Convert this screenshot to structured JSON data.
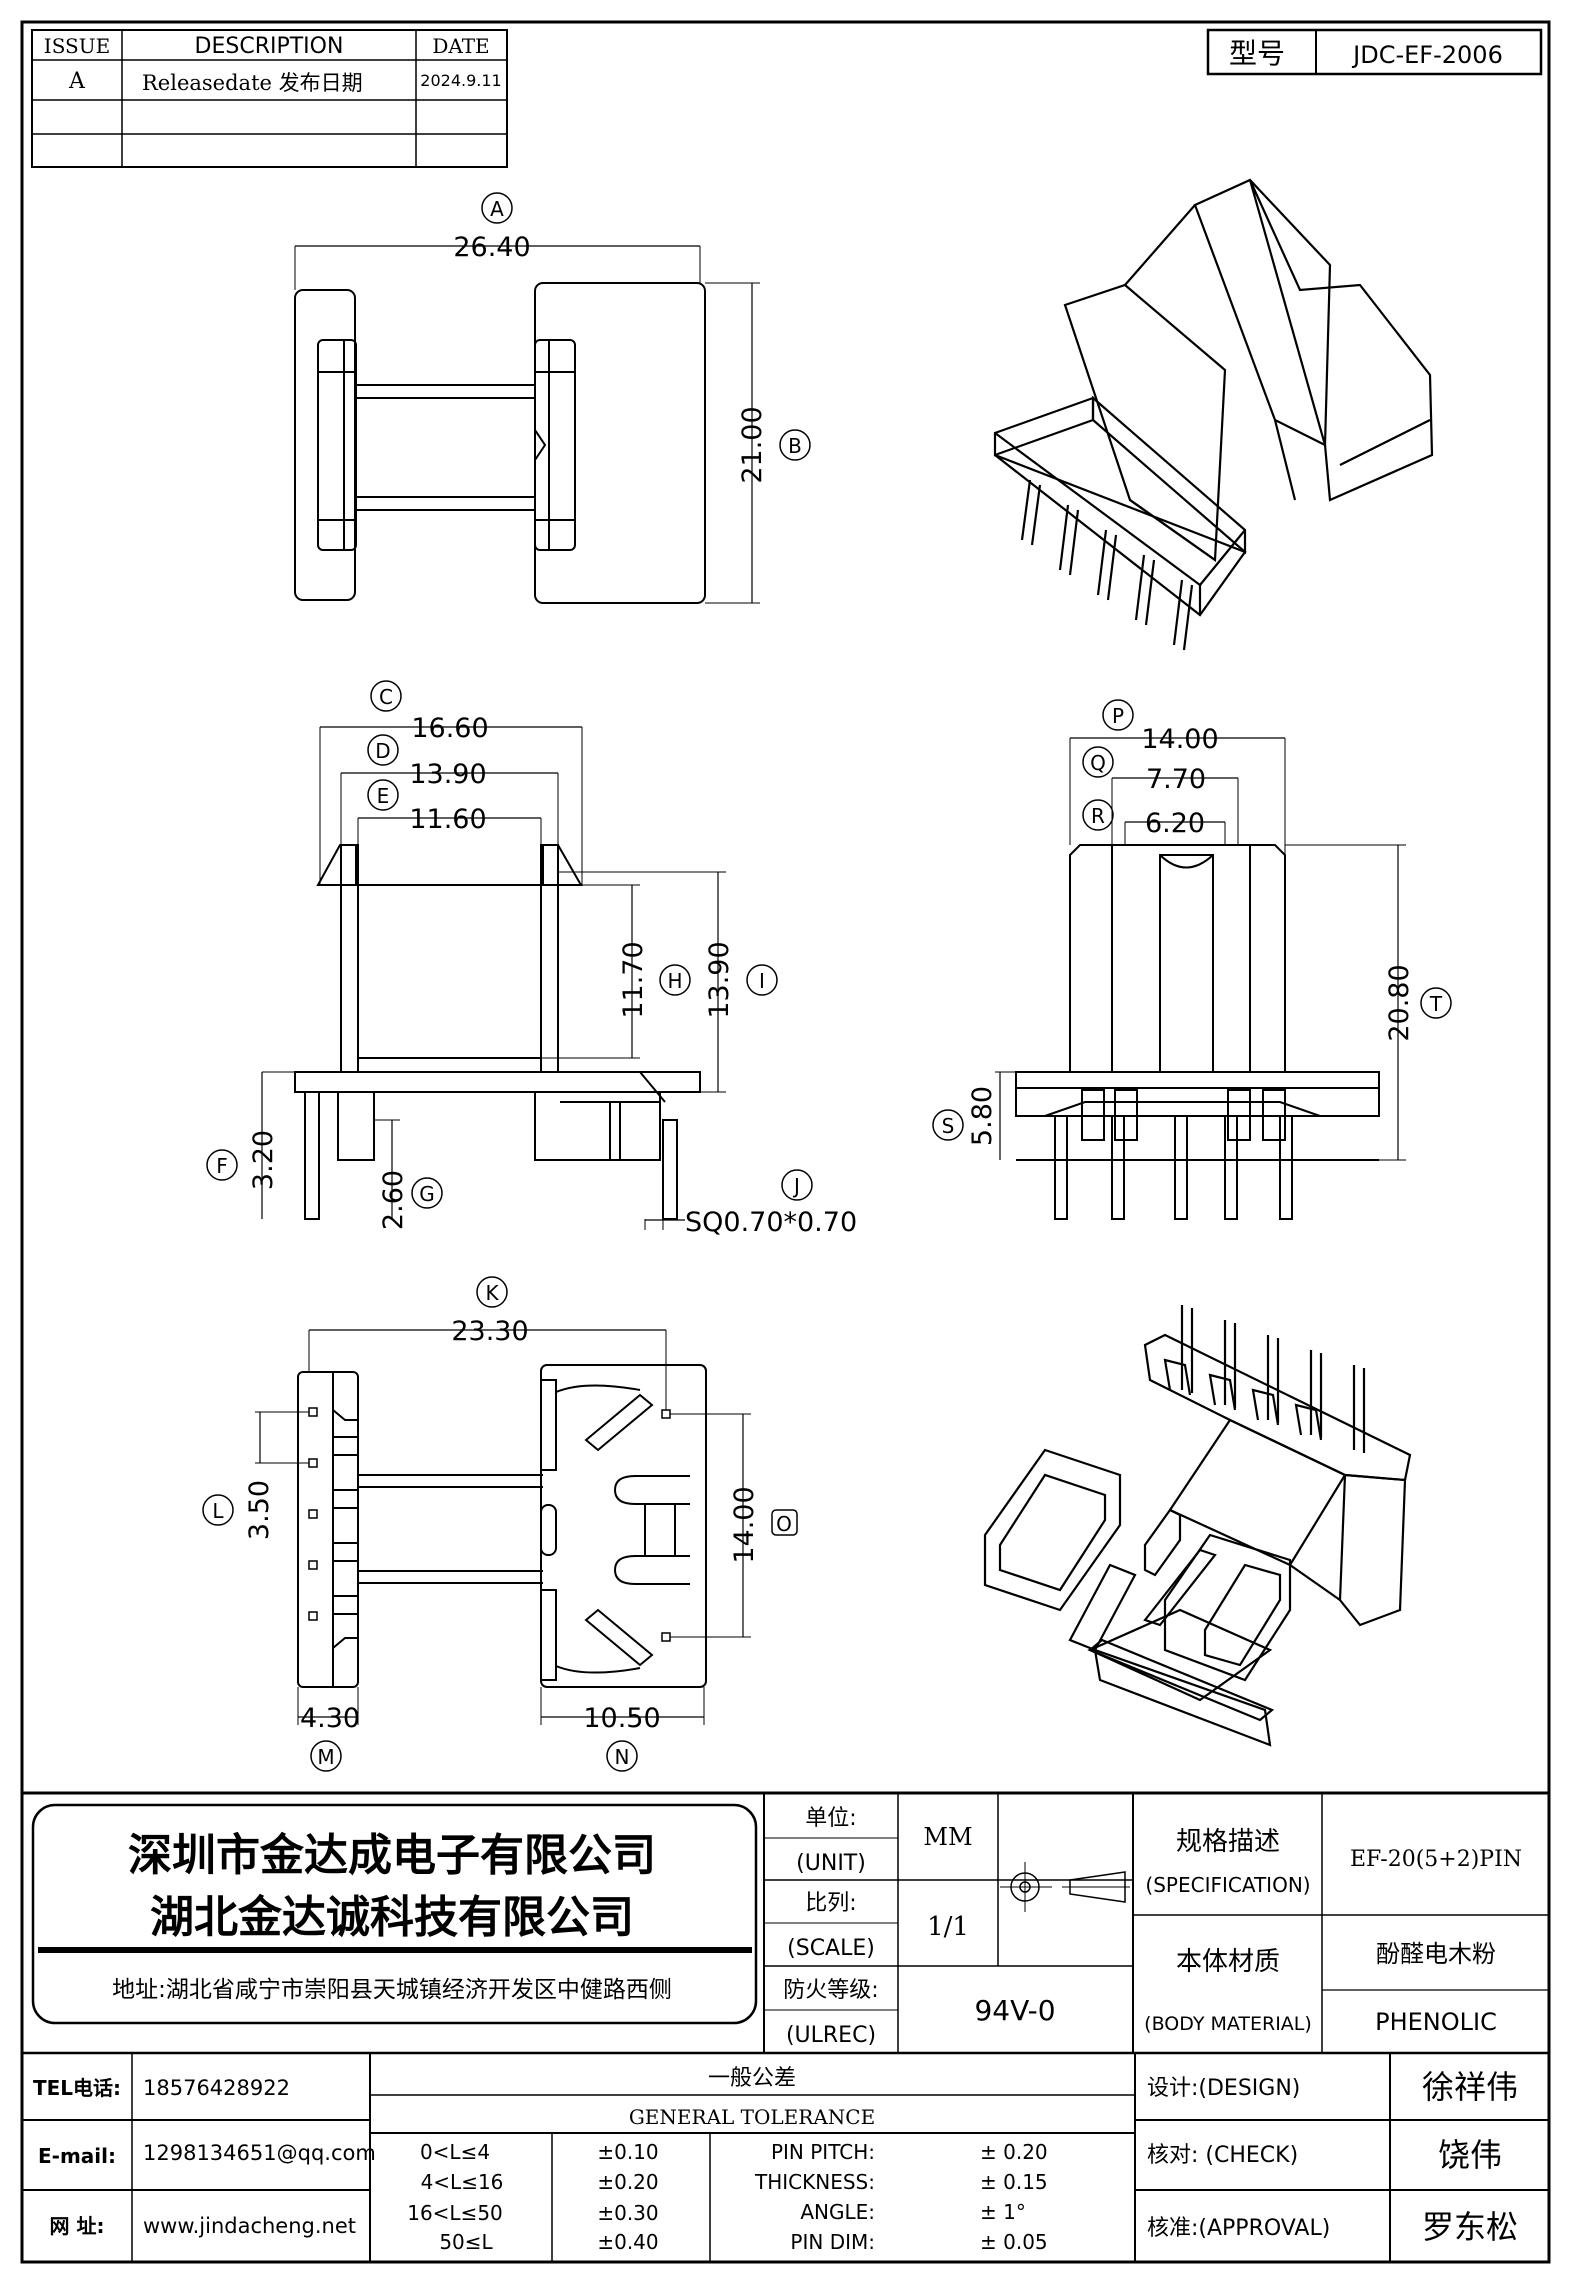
{
  "revision_table": {
    "headers": {
      "issue": "ISSUE",
      "description": "DESCRIPTION",
      "date": "DATE"
    },
    "rows": [
      {
        "issue": "A",
        "description": "Releasedate 发布日期",
        "date": "2024.9.11"
      }
    ]
  },
  "model": {
    "label": "型号",
    "value": "JDC-EF-2006"
  },
  "dimensions": {
    "A": "26.40",
    "B": "21.00",
    "C": "16.60",
    "D": "13.90",
    "E": "11.60",
    "F": "3.20",
    "G": "2.60",
    "H": "11.70",
    "I": "13.90",
    "J": "SQ0.70*0.70",
    "K": "23.30",
    "L": "3.50",
    "M": "4.30",
    "N": "10.50",
    "O": "14.00",
    "P": "14.00",
    "Q": "7.70",
    "R": "6.20",
    "S": "5.80",
    "T": "20.80"
  },
  "company": {
    "name_1": "深圳市金达成电子有限公司",
    "name_2": "湖北金达诚科技有限公司",
    "address": "地址:湖北省咸宁市崇阳县天城镇经济开发区中健路西侧"
  },
  "spec_block": {
    "unit_cn": "单位:",
    "unit_en": "(UNIT)",
    "unit_value": "MM",
    "scale_cn": "比列:",
    "scale_en": "(SCALE)",
    "scale_value": "1/1",
    "fire_cn": "防火等级:",
    "fire_en": "(ULREC)",
    "fire_value": "94V-0",
    "spec_cn": "规格描述",
    "spec_en": "(SPECIFICATION)",
    "spec_value": "EF-20(5+2)PIN",
    "material_cn": "本体材质",
    "material_en": "(BODY MATERIAL)",
    "material_value_cn": "酚醛电木粉",
    "material_value_en": "PHENOLIC"
  },
  "contact": {
    "tel_label": "TEL电话:",
    "tel": "18576428922",
    "email_label": "E-mail:",
    "email": "1298134651@qq.com",
    "web_label": "网 址:",
    "web": "www.jindacheng.net"
  },
  "tolerance": {
    "title_cn": "一般公差",
    "title_en": "GENERAL TOLERANCE",
    "ranges": [
      {
        "range": "0<L≤4",
        "tol": "±0.10"
      },
      {
        "range": "4<L≤16",
        "tol": "±0.20"
      },
      {
        "range": "16<L≤50",
        "tol": "±0.30"
      },
      {
        "range": "50≤L",
        "tol": "±0.40"
      }
    ],
    "other": [
      {
        "name": "PIN PITCH:",
        "tol": "± 0.20"
      },
      {
        "name": "THICKNESS:",
        "tol": "± 0.15"
      },
      {
        "name": "ANGLE:",
        "tol": "± 1°"
      },
      {
        "name": "PIN DIM:",
        "tol": "± 0.05"
      }
    ]
  },
  "approvals": {
    "design_label": "设计:(DESIGN)",
    "design_name": "徐祥伟",
    "check_label": "核对: (CHECK)",
    "check_name": "饶伟",
    "approval_label": "核准:(APPROVAL)",
    "approval_name": "罗东松"
  }
}
